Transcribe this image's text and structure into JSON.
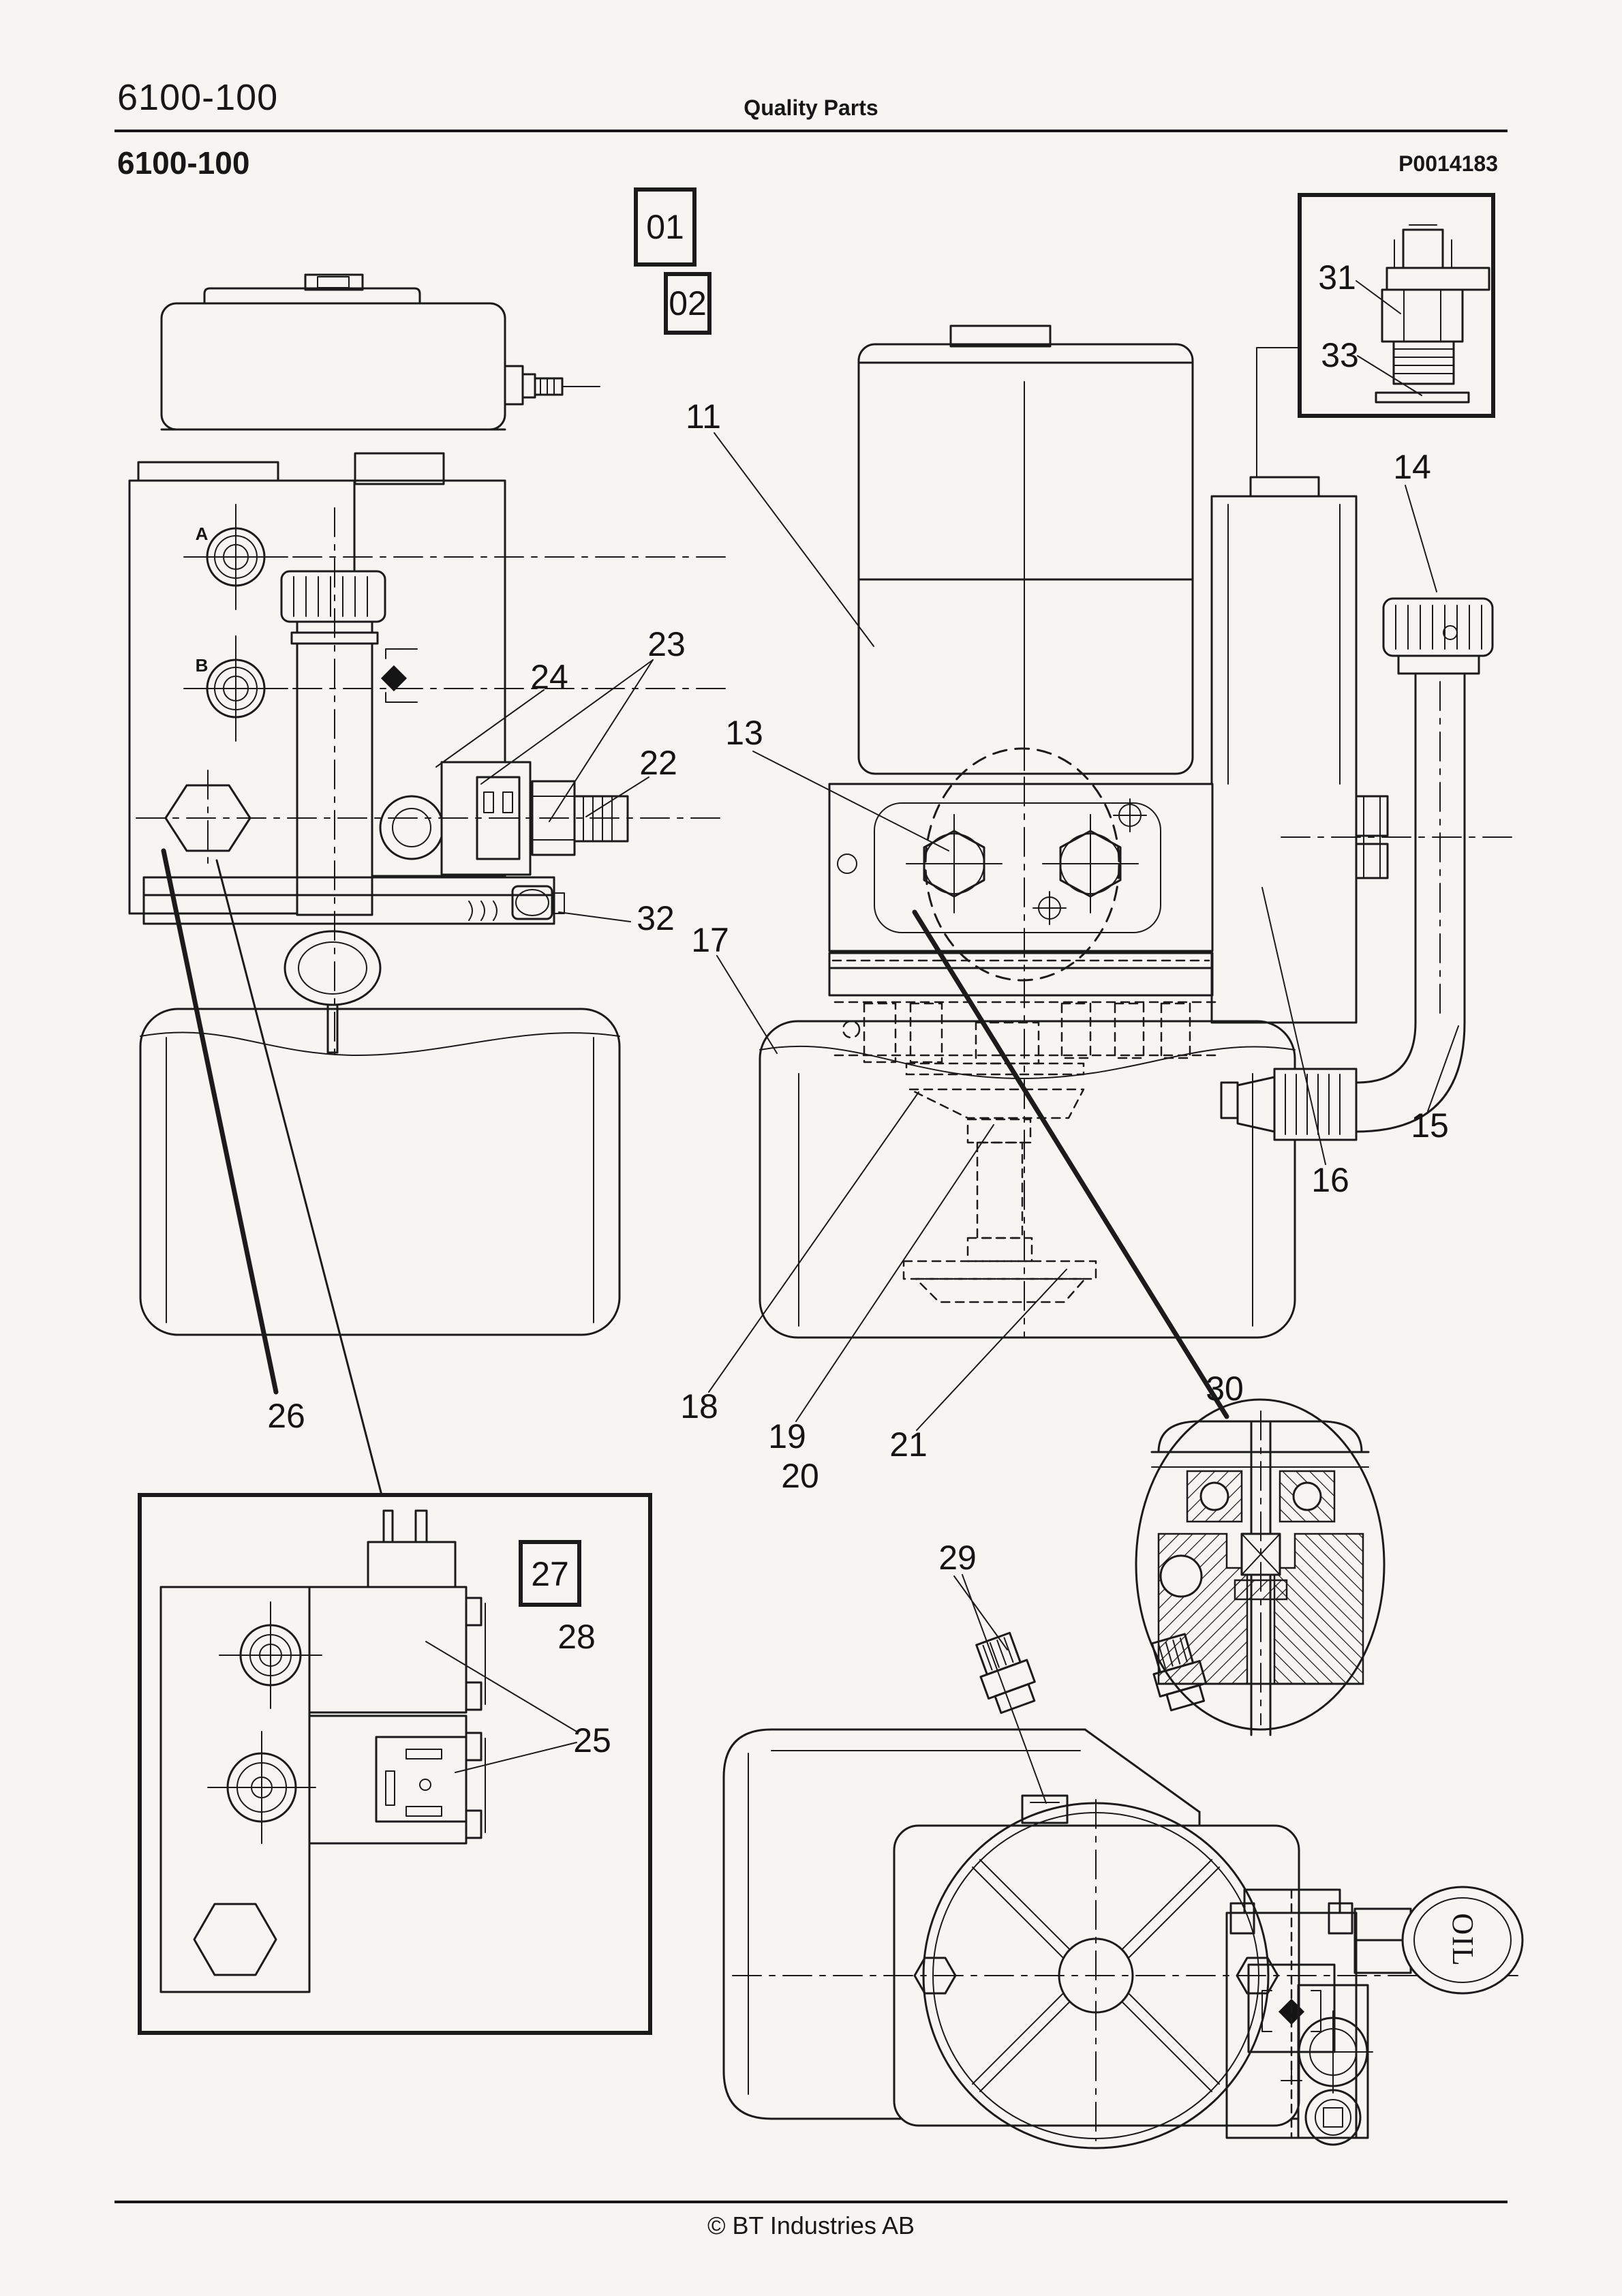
{
  "page": {
    "background": "#f6f5f2",
    "ink": "#1b1b1b"
  },
  "header": {
    "doc_number": "6100-100",
    "title": "Quality Parts",
    "section_number": "6100-100",
    "drawing_code": "P0014183"
  },
  "footer": {
    "copyright": "© BT Industries AB"
  },
  "diagram": {
    "callouts": {
      "c01": "01",
      "c02": "02",
      "c11": "11",
      "c13": "13",
      "c14": "14",
      "c15": "15",
      "c16": "16",
      "c17": "17",
      "c18": "18",
      "c19": "19",
      "c20": "20",
      "c21": "21",
      "c22": "22",
      "c23": "23",
      "c24": "24",
      "c25": "25",
      "c26": "26",
      "c27": "27",
      "c28": "28",
      "c29": "29",
      "c30": "30",
      "c31": "31",
      "c32": "32",
      "c33": "33"
    },
    "ports": {
      "a": "A",
      "b": "B"
    },
    "labels": {
      "oil_cap": "OIL"
    }
  }
}
